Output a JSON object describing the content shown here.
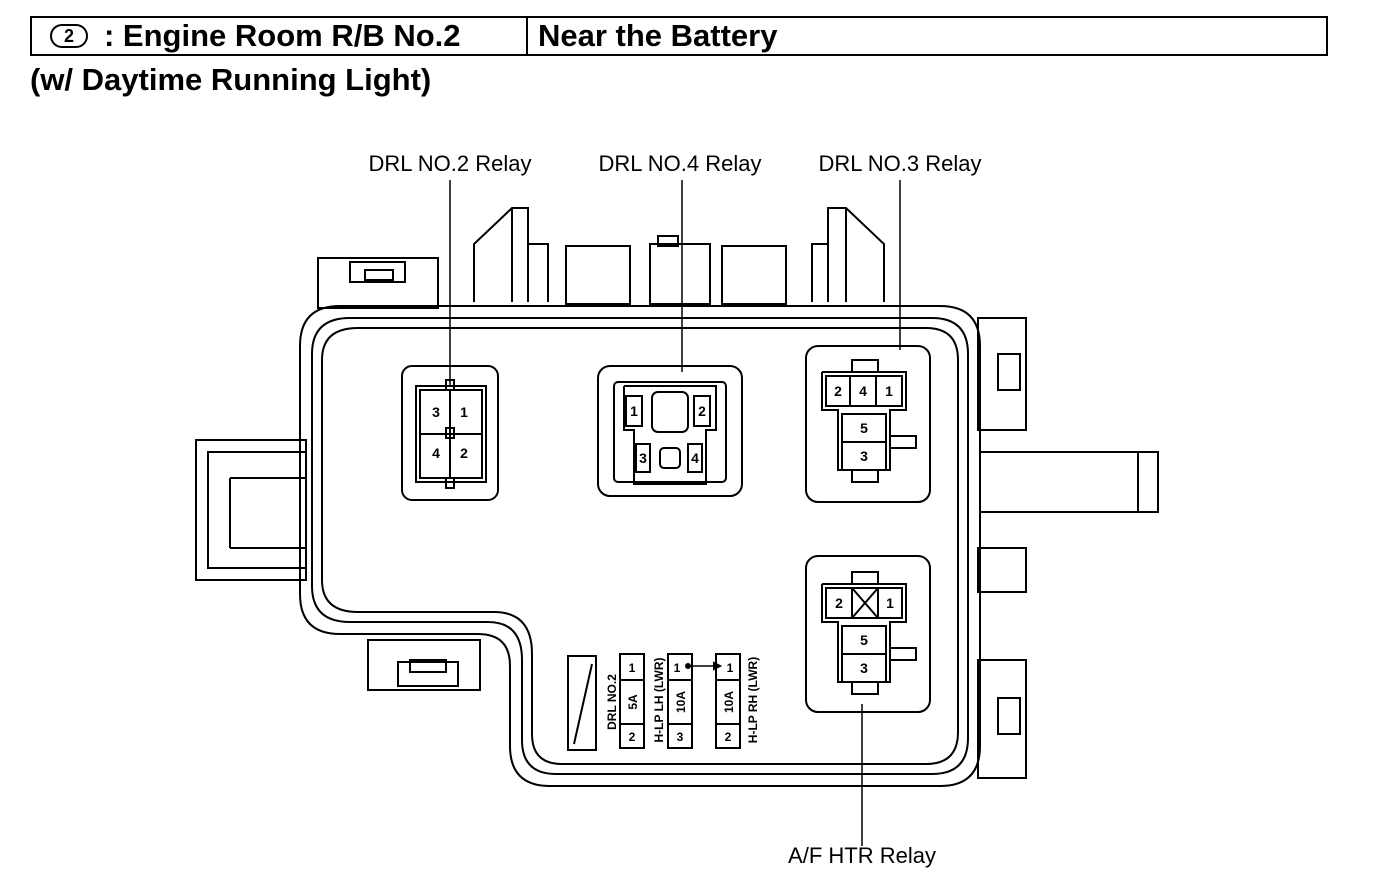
{
  "header": {
    "circle_number": "2",
    "location_label": ": Engine Room R/B No.2",
    "position_label": "Near the Battery"
  },
  "subtitle": "(w/ Daytime Running Light)",
  "callouts": {
    "drl2": "DRL NO.2 Relay",
    "drl4": "DRL NO.4 Relay",
    "drl3": "DRL NO.3 Relay",
    "afhtr": "A/F HTR Relay"
  },
  "relays": {
    "drl2": {
      "pins": [
        "3",
        "1",
        "4",
        "2"
      ]
    },
    "drl4": {
      "pins": [
        "1",
        "2",
        "3",
        "4"
      ]
    },
    "drl3": {
      "pins": [
        "2",
        "4",
        "1",
        "5",
        "3"
      ]
    },
    "afhtr": {
      "pins": [
        "2",
        "1",
        "5",
        "3"
      ]
    }
  },
  "fuses": {
    "drl_no2": {
      "name": "DRL NO.2",
      "rating": "5A",
      "pin_top": "1",
      "pin_bottom": "2"
    },
    "hlp_lh": {
      "name": "H-LP LH (LWR)",
      "rating": "10A",
      "pin_top": "1",
      "pin_bottom": "3"
    },
    "hlp_rh": {
      "name": "H-LP RH (LWR)",
      "rating": "10A",
      "pin_top": "1",
      "pin_bottom": "2"
    }
  }
}
